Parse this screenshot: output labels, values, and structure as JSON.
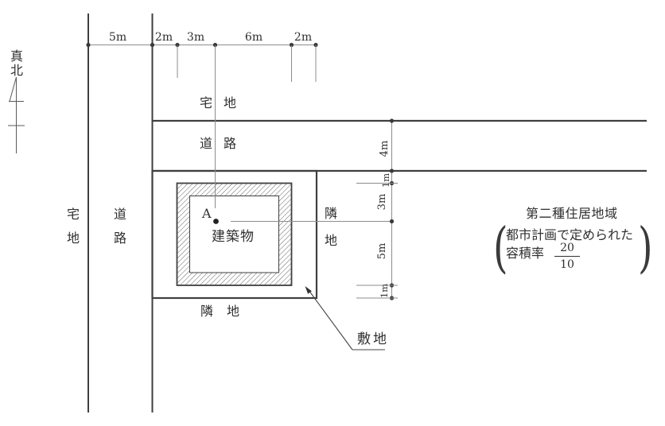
{
  "diagram": {
    "north_label": "真北",
    "top_dims": [
      "5m",
      "2m",
      "3m",
      "6m",
      "2m"
    ],
    "right_dims": [
      "4m",
      "1m",
      "3m",
      "5m",
      "1m"
    ],
    "labels": {
      "upper_plot": "宅地",
      "upper_road": "道路",
      "left_plot": "宅地",
      "left_road": "道路",
      "right_neighbor": "隣地",
      "bottom_neighbor": "隣地",
      "building": "建築物",
      "point_a": "A",
      "site": "敷地"
    },
    "zoning": {
      "title": "第二種住居地域",
      "note_line1": "都市計画で定められた",
      "note_line2": "容積率",
      "ratio_numerator": "20",
      "ratio_denominator": "10",
      "paren_open": "(",
      "paren_close": ")"
    },
    "colors": {
      "line_dark": "#3f3f3f",
      "line_dim": "#8c8c8c",
      "text": "#2f2f2f",
      "background": "#ffffff"
    }
  }
}
